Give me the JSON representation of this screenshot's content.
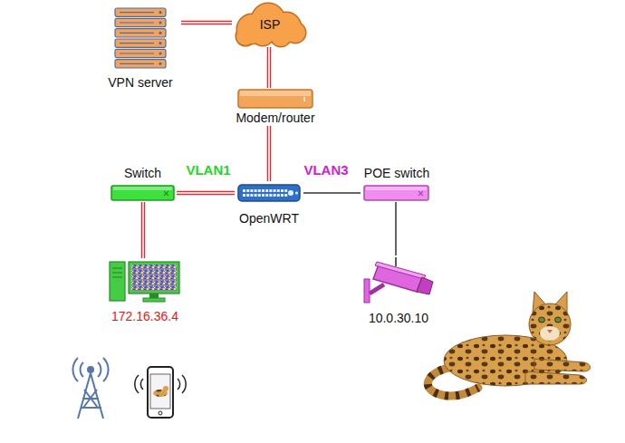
{
  "diagram": {
    "nodes": [
      {
        "text": [
          "VPN server"
        ]
      },
      {
        "text": [
          "ISP"
        ]
      },
      {
        "text": [
          "Modem/router"
        ]
      },
      {
        "text": [
          "Switch"
        ]
      },
      {
        "text": [
          "OpenWRT"
        ]
      },
      {
        "text": [
          "POE switch"
        ]
      },
      {
        "text": [
          "172.16.36.4"
        ]
      },
      {
        "text": [
          "10.0.30.10"
        ]
      }
    ],
    "edges": [
      {
        "from": 0,
        "to": 1,
        "arrow": "none"
      },
      {
        "from": 1,
        "to": 2,
        "arrow": "none"
      },
      {
        "from": 2,
        "to": 4,
        "arrow": "none"
      },
      {
        "from": 3,
        "to": 4,
        "label": "VLAN1",
        "arrow": "none"
      },
      {
        "from": 4,
        "to": 5,
        "label": "VLAN3",
        "arrow": "none"
      },
      {
        "from": 3,
        "to": 6,
        "arrow": "none"
      },
      {
        "from": 5,
        "to": 7,
        "arrow": "none"
      }
    ]
  }
}
